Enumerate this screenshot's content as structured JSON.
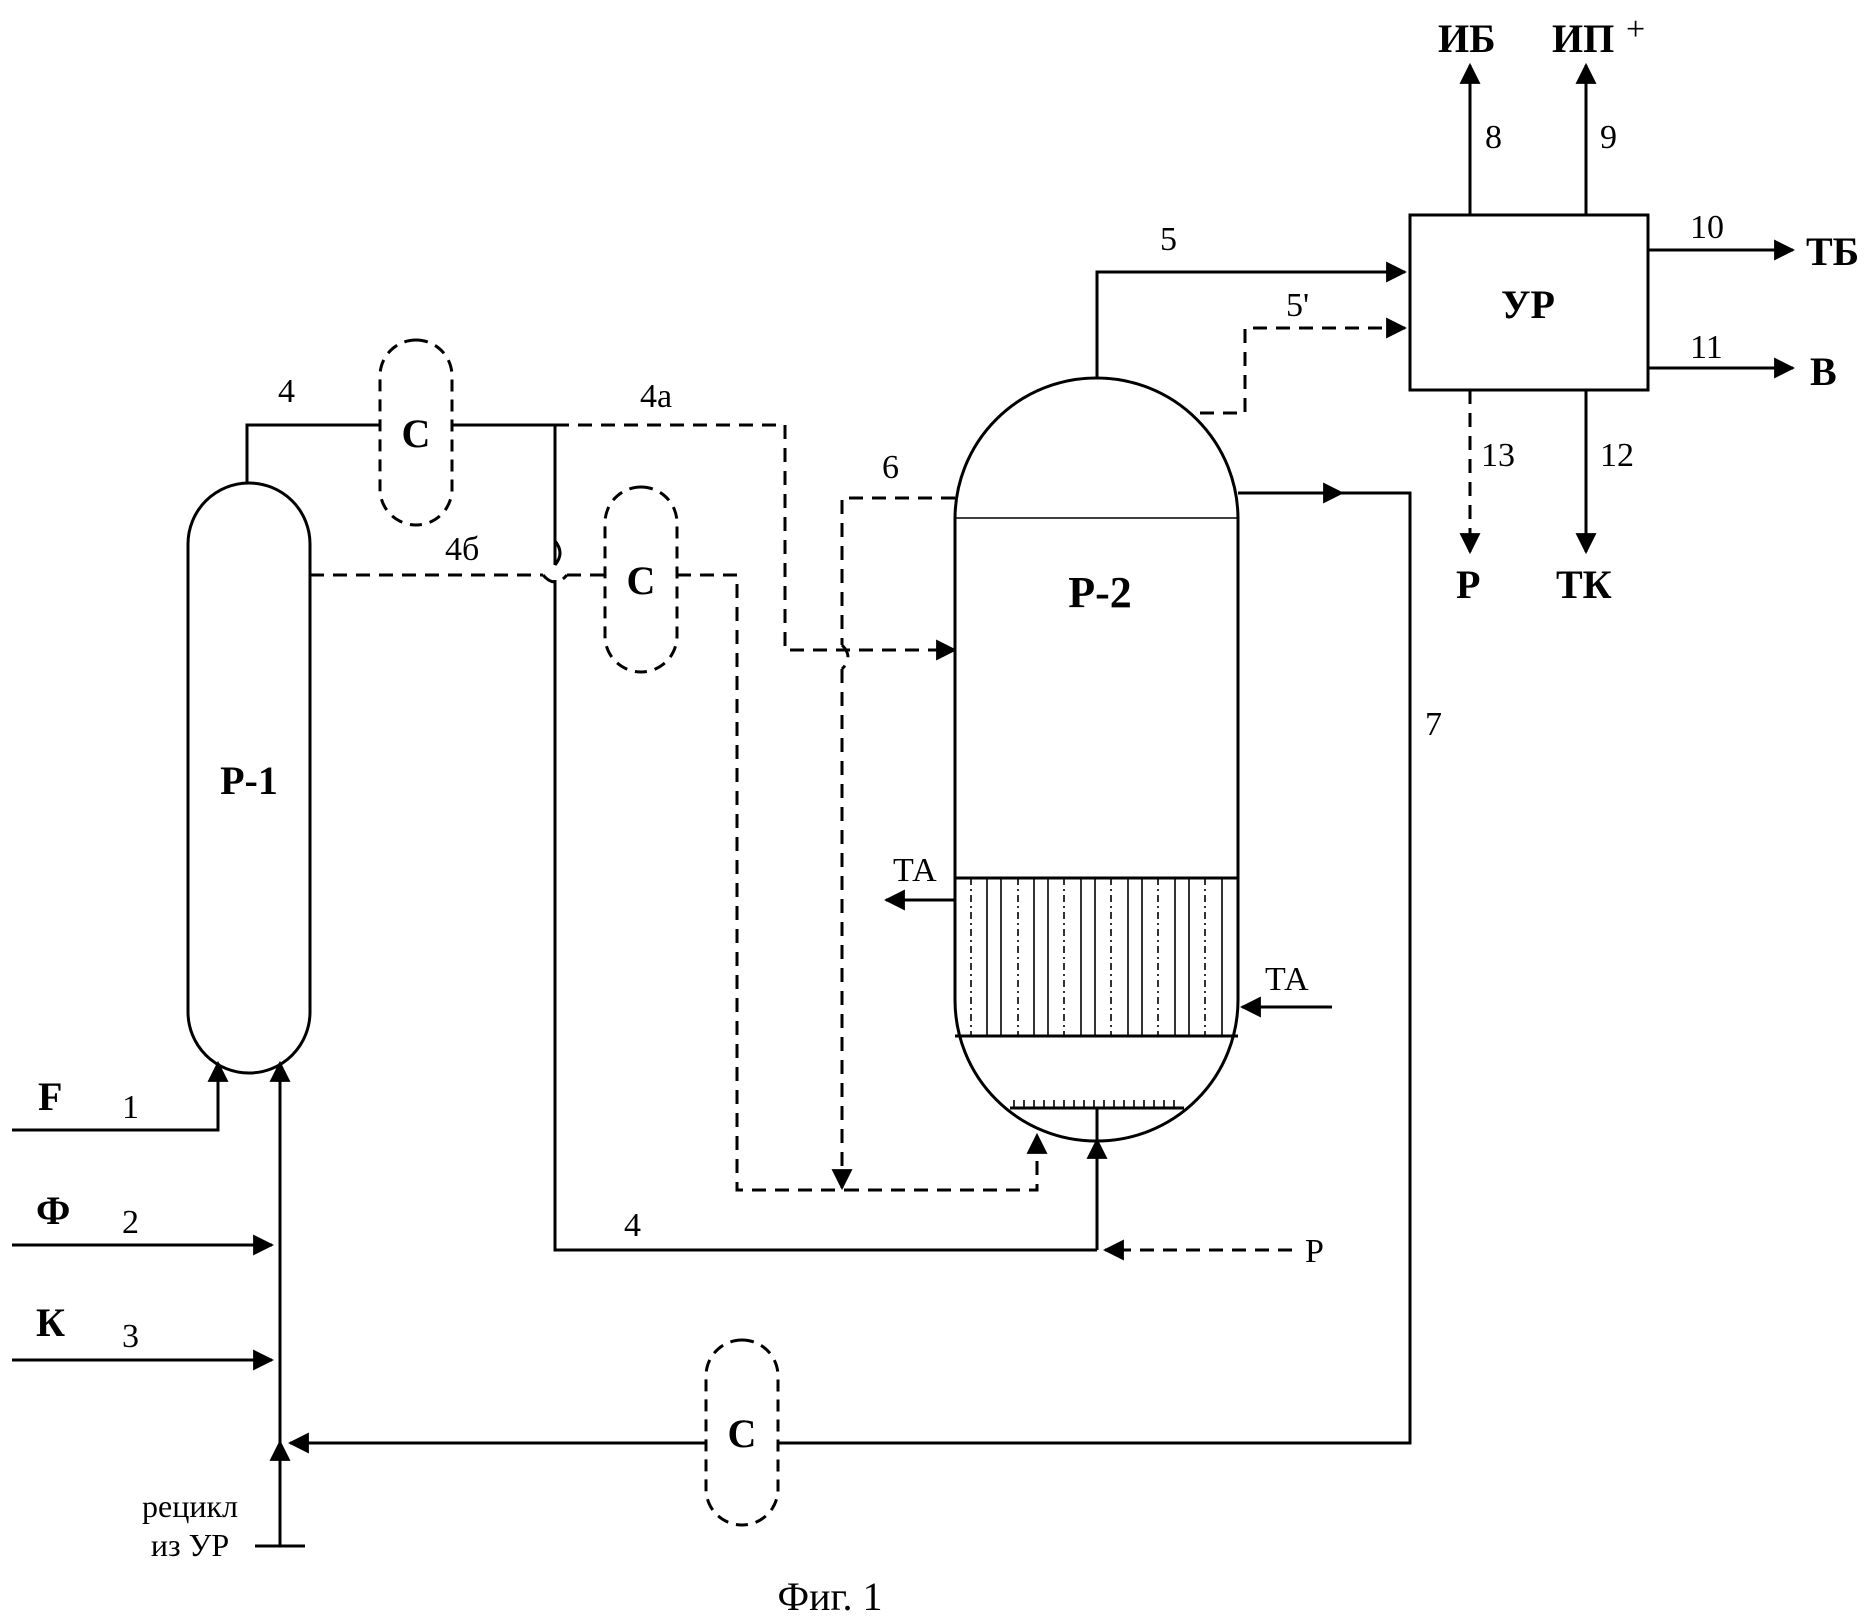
{
  "streams": {
    "in_F": "F",
    "in_F_num": "1",
    "in_Phi": "Ф",
    "in_Phi_num": "2",
    "in_K": "К",
    "in_K_num": "3",
    "recycle_line1": "рецикл",
    "recycle_line2": "из УР",
    "s4_top": "4",
    "s4a": "4а",
    "s4b": "4б",
    "s4_bottom": "4",
    "s5": "5",
    "s5p": "5'",
    "s6": "6",
    "s7": "7",
    "s8": "8",
    "s9": "9",
    "s10": "10",
    "s11": "11",
    "s12": "12",
    "s13": "13"
  },
  "units": {
    "r1": "Р-1",
    "r2": "Р-2",
    "ur": "УР",
    "sep1": "С",
    "sep2": "С",
    "sep3": "С"
  },
  "products": {
    "ib": "ИБ",
    "ip": "ИП",
    "ip_sup": "+",
    "tb": "ТБ",
    "v": "В",
    "tk": "ТК",
    "r_out": "Р",
    "r_in": "Р"
  },
  "heat": {
    "ta_out": "ТА",
    "ta_in": "ТА"
  },
  "caption": "Фиг. 1"
}
